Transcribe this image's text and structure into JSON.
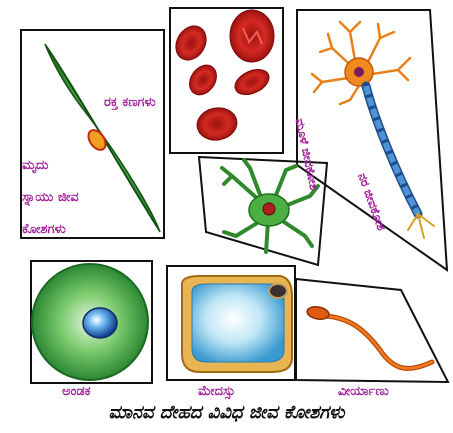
{
  "title": "ಮಾನವ ದೇಹದ ವಿವಿಧ ಜೀವ ಕೋಶಗಳು",
  "labels": {
    "smooth_muscle": [
      "ಮೃದು",
      "ಸ್ನಾಯು ಜೀವ",
      "ಕೋಶಗಳು"
    ],
    "rbc": "ರಕ್ತ ಕಣಗಳು",
    "bone_cell": "ಮೂಳೆ ಜೀವಕೋಶ",
    "nerve_cell": "ನರ ಜೀವಕೋಶ",
    "ovum": "ಅಂಡಕ",
    "fat_cell": "ಮೇದಸ್ಸು",
    "sperm": "ವೀರ್ಯಾಣು"
  },
  "colors": {
    "label": "#a0219a",
    "frame": "#111111",
    "muscle": "#2e8b2e",
    "rbc": "#c8201e",
    "bone": "#3d9b3a",
    "neuron_body": "#f08a1c",
    "axon": "#3a78c0",
    "ovum": "#3b9f3b",
    "fat": "#d9a040",
    "sperm": "#d05a10"
  }
}
